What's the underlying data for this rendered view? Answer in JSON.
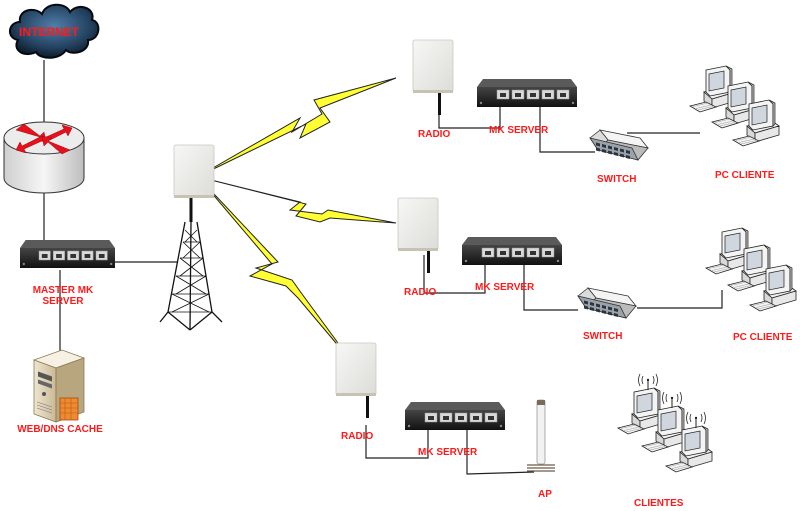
{
  "diagram": {
    "title": "Wireless ISP network topology",
    "colors": {
      "label": "#ff1a1a",
      "link": "#222222",
      "wireless_bolt": "#ffff33",
      "cloud": "#2b4f73",
      "router_arrows": "#e8101a"
    },
    "nodes": {
      "internet": {
        "label": "INTERNET",
        "icon": "cloud-icon"
      },
      "router": {
        "label": "",
        "icon": "router-icon"
      },
      "master_server": {
        "label_line1": "MASTER MK",
        "label_line2": "SERVER",
        "icon": "routerboard-icon"
      },
      "cache": {
        "label": "WEB/DNS CACHE",
        "icon": "server-icon"
      },
      "tower": {
        "label": "",
        "icon": "tower-icon"
      },
      "site1": {
        "radio": "RADIO",
        "server": "MK SERVER",
        "switch": "SWITCH",
        "clients": "PC CLIENTE"
      },
      "site2": {
        "radio": "RADIO",
        "server": "MK SERVER",
        "switch": "SWITCH",
        "clients": "PC CLIENTE"
      },
      "site3": {
        "radio": "RADIO",
        "server": "MK SERVER",
        "ap": "AP",
        "clients": "CLIENTES"
      }
    }
  }
}
